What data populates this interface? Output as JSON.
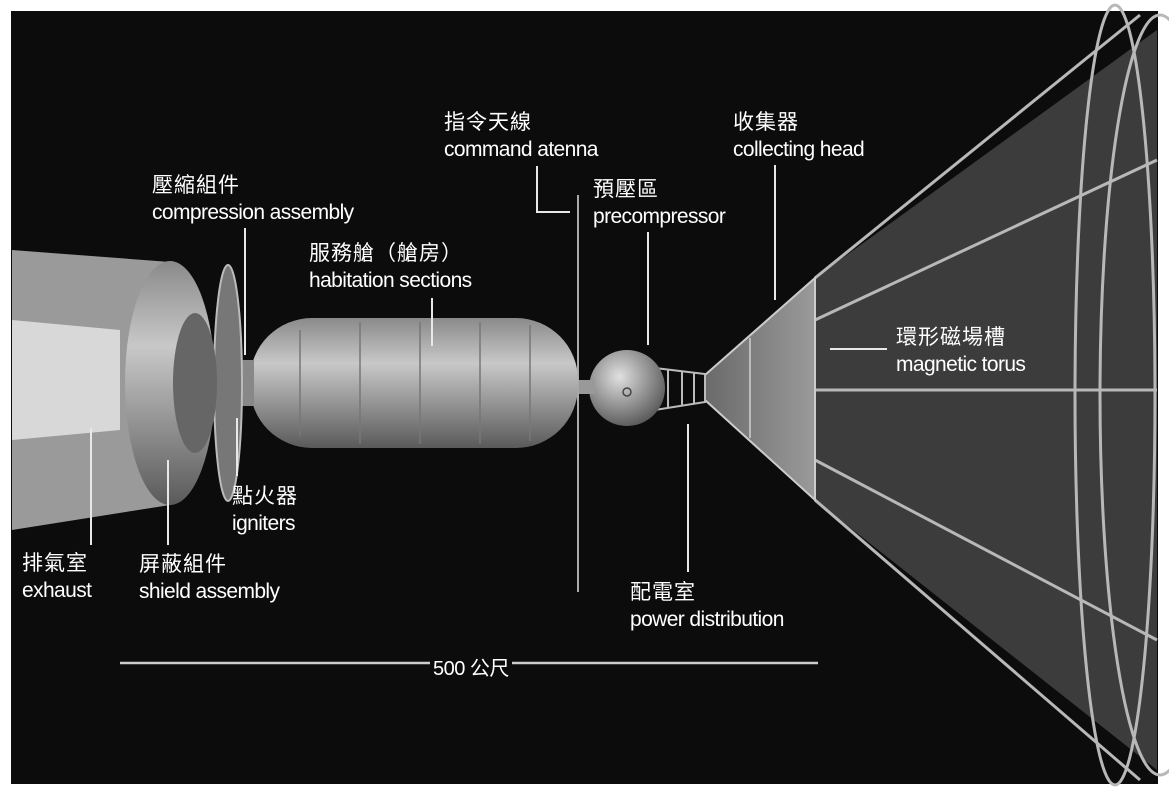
{
  "labels": {
    "command_antenna": {
      "zh": "指令天線",
      "en": "command atenna"
    },
    "collecting_head": {
      "zh": "收集器",
      "en": "collecting head"
    },
    "precompressor": {
      "zh": "預壓區",
      "en": "precompressor"
    },
    "compression_assembly": {
      "zh": "壓縮組件",
      "en": "compression assembly"
    },
    "habitation_sections": {
      "zh": "服務艙（艙房）",
      "en": "habitation sections"
    },
    "magnetic_torus": {
      "zh": "環形磁場槽",
      "en": "magnetic torus"
    },
    "igniters": {
      "zh": "點火器",
      "en": "igniters"
    },
    "exhaust": {
      "zh": "排氣室",
      "en": "exhaust"
    },
    "shield_assembly": {
      "zh": "屏蔽組件",
      "en": "shield assembly"
    },
    "power_distribution": {
      "zh": "配電室",
      "en": "power distribution"
    }
  },
  "scale_bar": {
    "label": "500 公尺"
  }
}
